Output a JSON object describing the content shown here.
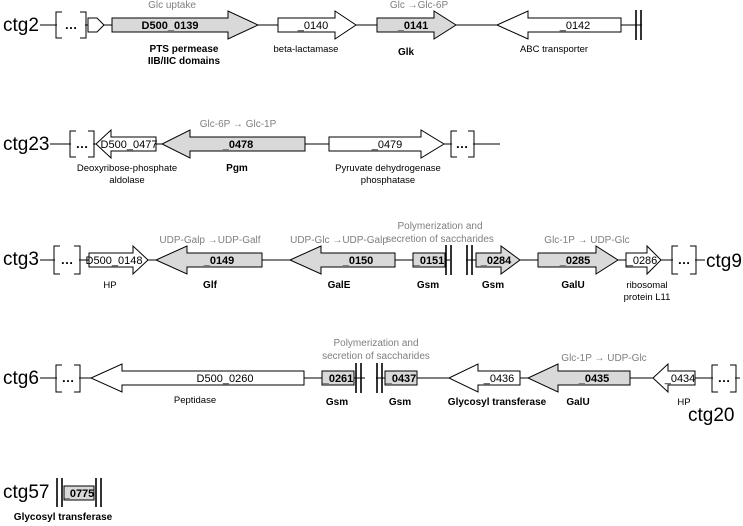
{
  "colors": {
    "essential": "#d9d9d9",
    "other": "#ffffff",
    "reaction_text": "#7f7f7f"
  },
  "contigs": [
    {
      "name": "ctg2",
      "genes": [
        {
          "id": "D500_0139",
          "function": "PTS permease",
          "function2": "IIB/IIC domains",
          "function_bold": true,
          "reaction": "Glc uptake",
          "highlight": true
        },
        {
          "id": "_0140",
          "function": "beta-lactamase",
          "function_bold": false,
          "highlight": false
        },
        {
          "id": "_0141",
          "function": "Glk",
          "function_bold": true,
          "reaction": "Glc →Glc-6P",
          "highlight": true
        },
        {
          "id": "_0142",
          "function": "ABC transporter",
          "function_bold": false,
          "highlight": false
        }
      ]
    },
    {
      "name": "ctg23",
      "genes": [
        {
          "id": "D500_0477",
          "function": "Deoxyribose-phosphate",
          "function2": "aldolase",
          "function_bold": false,
          "highlight": false
        },
        {
          "id": "_0478",
          "function": "Pgm",
          "function_bold": true,
          "reaction": "Glc-6P → Glc-1P",
          "highlight": true
        },
        {
          "id": "_0479",
          "function": "Pyruvate dehydrogenase",
          "function2": "phosphatase",
          "function_bold": false,
          "highlight": false
        }
      ]
    },
    {
      "name": "ctg3",
      "name_right": "ctg9",
      "genes": [
        {
          "id": "D500_0148",
          "function": "HP",
          "function_bold": false,
          "highlight": false
        },
        {
          "id": "_0149",
          "function": "Glf",
          "function_bold": true,
          "reaction": "UDP-Galp →UDP-Galf",
          "highlight": true
        },
        {
          "id": "_0150",
          "function": "GalE",
          "function_bold": true,
          "reaction": "UDP-Glc →UDP-Galp",
          "highlight": true
        },
        {
          "id": "_0151",
          "function": "Gsm",
          "function_bold": true,
          "highlight": true
        },
        {
          "id": "_0284",
          "function": "Gsm",
          "function_bold": true,
          "highlight": true
        },
        {
          "id": "_0285",
          "function": "GalU",
          "function_bold": true,
          "reaction": "Glc-1P → UDP-Glc",
          "highlight": true
        },
        {
          "id": "_0286",
          "function": "ribosomal",
          "function2": "protein L11",
          "function_bold": false,
          "highlight": false
        }
      ],
      "annotation": [
        "Polymerization and",
        "secretion of saccharides"
      ]
    },
    {
      "name": "ctg6",
      "name_right": "ctg20",
      "genes": [
        {
          "id": "D500_0260",
          "function": "Peptidase",
          "function_bold": false,
          "highlight": false
        },
        {
          "id": "_0261",
          "function": "Gsm",
          "function_bold": true,
          "highlight": true
        },
        {
          "id": "_0437",
          "function": "Gsm",
          "function_bold": true,
          "highlight": true
        },
        {
          "id": "_0436",
          "function": "Glycosyl transferase",
          "function_bold": true,
          "highlight": false
        },
        {
          "id": "_0435",
          "function": "GalU",
          "function_bold": true,
          "reaction": "Glc-1P → UDP-Glc",
          "highlight": true
        },
        {
          "id": "_0434",
          "function": "HP",
          "function_bold": false,
          "highlight": false
        }
      ],
      "annotation": [
        "Polymerization and",
        "secretion of saccharides"
      ]
    },
    {
      "name": "ctg57",
      "genes": [
        {
          "id": "_0775",
          "function": "Glycosyl transferase",
          "function_bold": true,
          "highlight": true
        }
      ]
    }
  ],
  "gap_symbol": "…"
}
